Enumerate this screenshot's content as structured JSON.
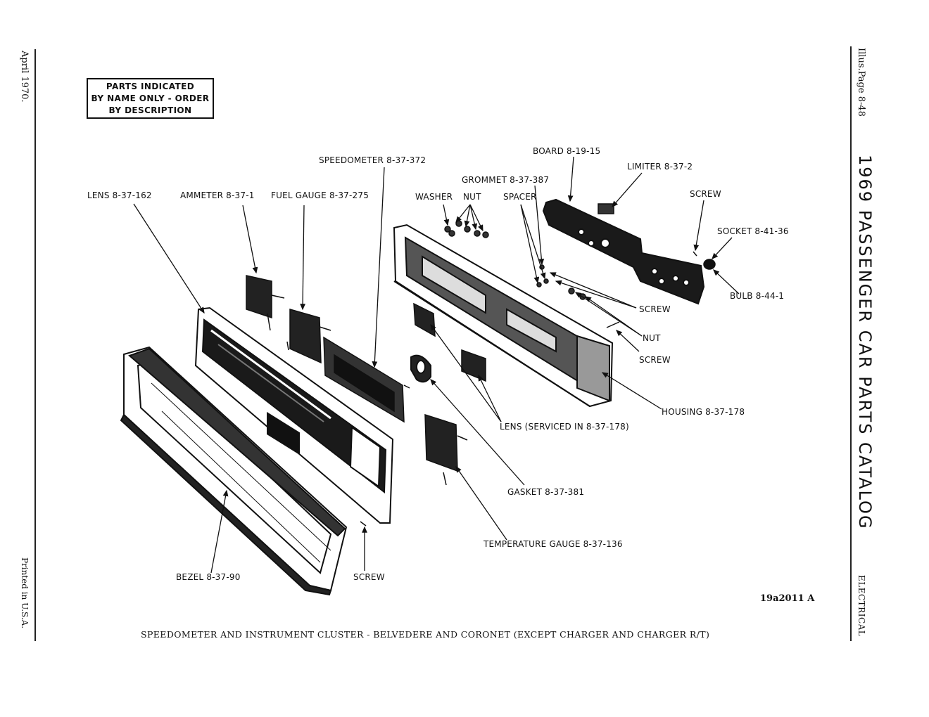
{
  "margin": {
    "date": "April 1970.",
    "printed": "Printed in U.S.A."
  },
  "right_margin": {
    "page": "Illus.Page 8-48",
    "catalog_title": "1969 PASSENGER CAR PARTS CATALOG",
    "section": "ELECTRICAL"
  },
  "notice": {
    "line1": "PARTS INDICATED",
    "line2": "BY NAME ONLY - ORDER",
    "line3": "BY DESCRIPTION"
  },
  "labels": {
    "lens": "LENS 8-37-162",
    "ammeter": "AMMETER 8-37-1",
    "fuel_gauge": "FUEL GAUGE 8-37-275",
    "speedometer": "SPEEDOMETER 8-37-372",
    "washer": "WASHER",
    "nut_top": "NUT",
    "grommet": "GROMMET 8-37-387",
    "spacer": "SPACER",
    "board": "BOARD 8-19-15",
    "limiter": "LIMITER 8-37-2",
    "screw_top": "SCREW",
    "socket": "SOCKET 8-41-36",
    "bulb": "BULB 8-44-1",
    "screw_mid": "SCREW",
    "nut_mid": "NUT",
    "screw_right": "SCREW",
    "housing": "HOUSING 8-37-178",
    "lens_serviced": "LENS (SERVICED IN 8-37-178)",
    "gasket": "GASKET 8-37-381",
    "temperature_gauge": "TEMPERATURE GAUGE 8-37-136",
    "bezel": "BEZEL 8-37-90",
    "screw_bottom": "SCREW"
  },
  "figure_number": "19a2011 A",
  "caption": "SPEEDOMETER AND INSTRUMENT CLUSTER - BELVEDERE AND CORONET (EXCEPT CHARGER AND CHARGER R/T)"
}
